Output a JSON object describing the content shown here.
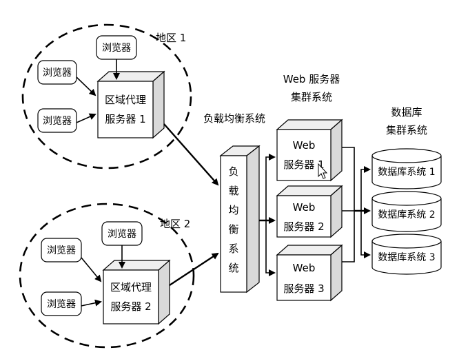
{
  "regions": [
    {
      "label": "地区 1"
    },
    {
      "label": "地区 2"
    }
  ],
  "browser_label": "浏览器",
  "region_proxies": [
    {
      "line1": "区域代理",
      "line2": "服务器 1"
    },
    {
      "line1": "区域代理",
      "line2": "服务器 2"
    }
  ],
  "load_balancer": {
    "caption": "负载均衡系统",
    "vertical_chars": [
      "负",
      "载",
      "均",
      "衡",
      "系",
      "统"
    ]
  },
  "web_cluster": {
    "title_line1": "Web 服务器",
    "title_line2": "集群系统",
    "servers": [
      {
        "line1": "Web",
        "line2": "服务器 1"
      },
      {
        "line1": "Web",
        "line2": "服务器 2"
      },
      {
        "line1": "Web",
        "line2": "服务器 3"
      }
    ]
  },
  "db_cluster": {
    "title_line1": "数据库",
    "title_line2": "集群系统",
    "databases": [
      {
        "label": "数据库系统 1"
      },
      {
        "label": "数据库系统 2"
      },
      {
        "label": "数据库系统 3"
      }
    ]
  }
}
